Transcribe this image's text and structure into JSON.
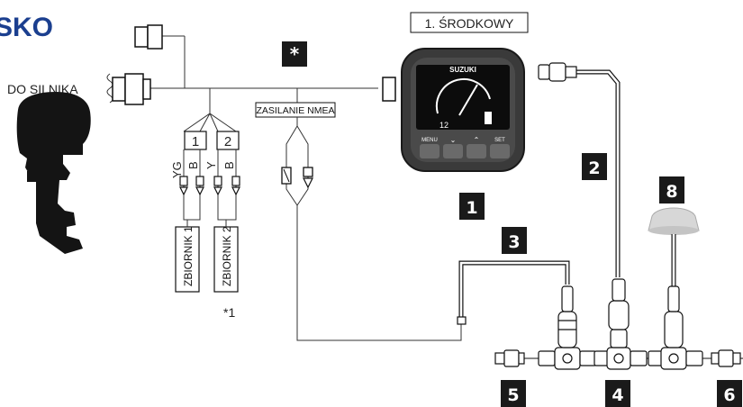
{
  "header": {
    "title_fragment": "SKO"
  },
  "labels": {
    "engine": "DO SILNIKA",
    "power": "ZASILANIE NMEA",
    "center_gauge": "1. ŚRODKOWY",
    "footnote": "*1",
    "star": "*"
  },
  "gauge": {
    "brand": "SUZUKI",
    "buttons": [
      "MENU",
      "⌄",
      "⌃",
      "SET"
    ],
    "readout": "12"
  },
  "tanks": {
    "tank1": {
      "number": "1",
      "wires": [
        "YG",
        "B"
      ],
      "name": "ZBIORNIK 1"
    },
    "tank2": {
      "number": "2",
      "wires": [
        "Y",
        "B"
      ],
      "name": "ZBIORNIK 2"
    }
  },
  "badges": [
    "1",
    "2",
    "3",
    "4",
    "5",
    "6",
    "8"
  ],
  "colors": {
    "badge_bg": "#1a1a1a",
    "engine": "#141414",
    "gauge_bezel": "#3a3a3a",
    "sensor": "#d7d7d7",
    "title": "#1b3f8f"
  }
}
